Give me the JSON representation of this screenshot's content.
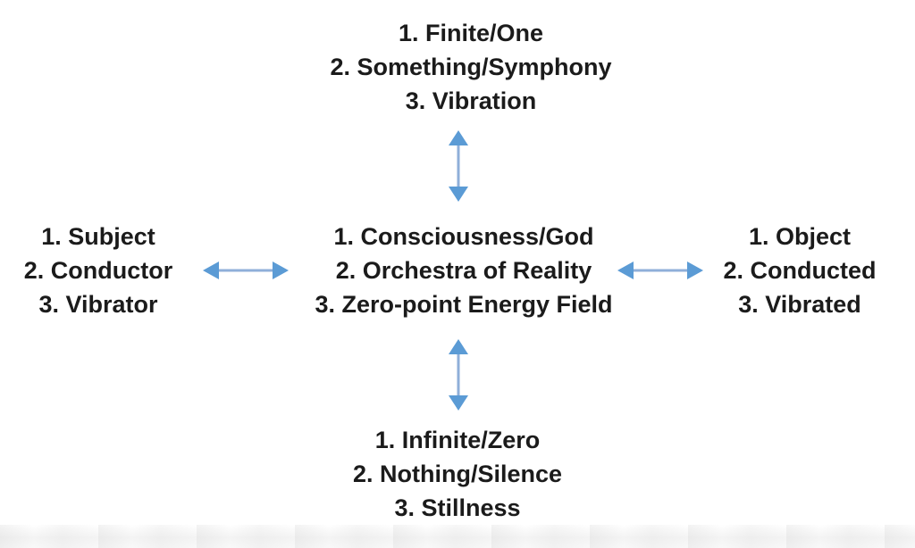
{
  "colors": {
    "arrow": "#5B9BD5",
    "arrow_shaft": "#8FAFD9",
    "text": "#1b1b1b"
  },
  "diagram": {
    "top": {
      "lines": [
        "1. Finite/One",
        "2. Something/Symphony",
        "3. Vibration"
      ]
    },
    "left": {
      "lines": [
        "1. Subject",
        "2. Conductor",
        "3. Vibrator"
      ]
    },
    "center": {
      "lines": [
        "1. Consciousness/God",
        "2. Orchestra of Reality",
        "3. Zero-point Energy Field"
      ]
    },
    "right": {
      "lines": [
        "1. Object",
        "2. Conducted",
        "3. Vibrated"
      ]
    },
    "bottom": {
      "lines": [
        "1. Infinite/Zero",
        "2. Nothing/Silence",
        "3. Stillness"
      ]
    },
    "arrows": [
      {
        "name": "center-to-top",
        "orientation": "vertical"
      },
      {
        "name": "center-to-bottom",
        "orientation": "vertical"
      },
      {
        "name": "center-to-left",
        "orientation": "horizontal"
      },
      {
        "name": "center-to-right",
        "orientation": "horizontal"
      }
    ]
  }
}
